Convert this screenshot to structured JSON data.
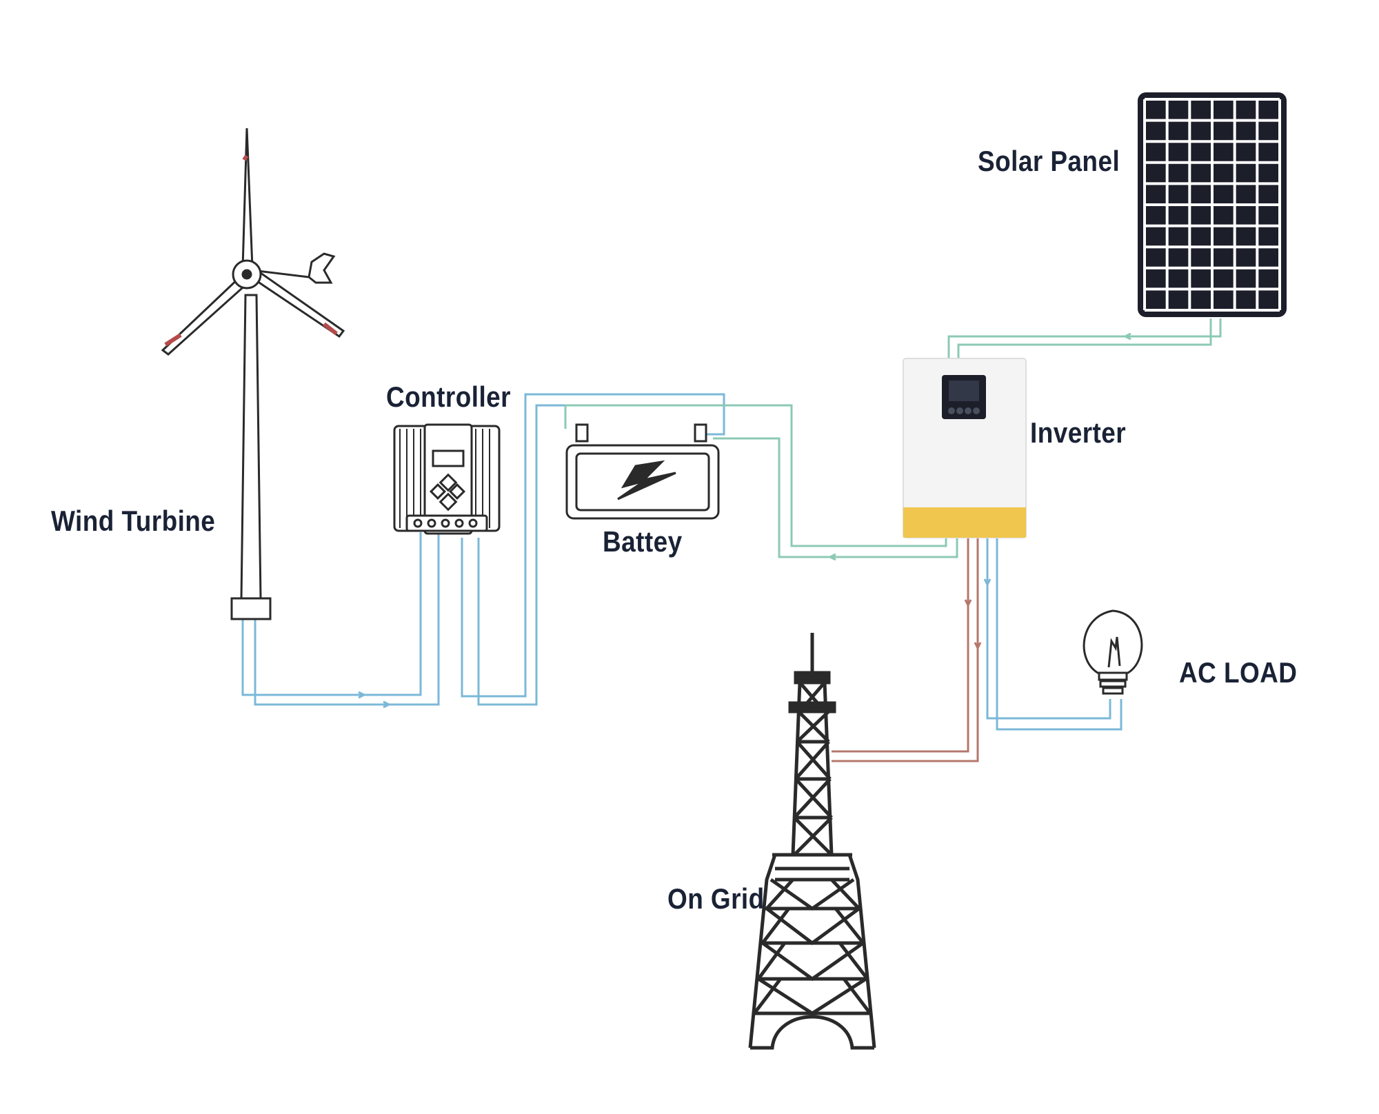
{
  "labels": {
    "wind_turbine": "Wind Turbine",
    "controller": "Controller",
    "battery": "Battey",
    "solar_panel": "Solar Panel",
    "inverter": "Inverter",
    "ac_load": "AC LOAD",
    "on_grid": "On Grid"
  },
  "colors": {
    "label_text": "#1a2235",
    "dc_line": "#7bb8d8",
    "solar_line": "#8cc9b4",
    "grid_line": "#b5776c",
    "inverter_base": "#f0c64e",
    "device_outline": "#2a2a2a"
  },
  "icons": {
    "wind_turbine": "wind-turbine-icon",
    "controller": "charge-controller-icon",
    "battery": "battery-icon",
    "solar_panel": "solar-panel-icon",
    "inverter": "inverter-icon",
    "ac_load": "light-bulb-icon",
    "on_grid": "transmission-tower-icon"
  }
}
